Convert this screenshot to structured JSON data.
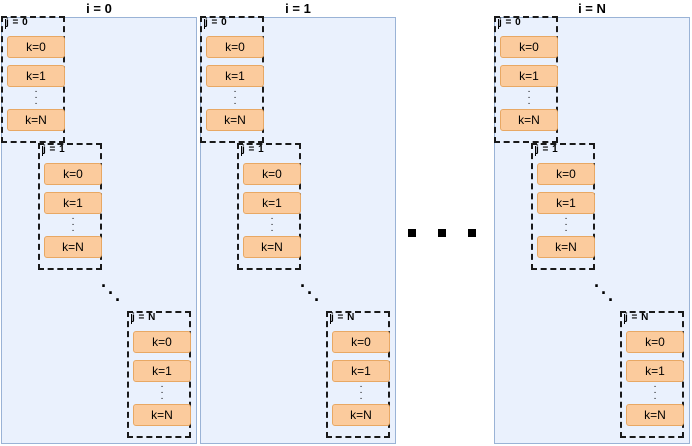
{
  "blocks": [
    {
      "title": "i = 0"
    },
    {
      "title": "i = 1"
    },
    {
      "title": "i = N"
    }
  ],
  "groups": [
    {
      "label": "j = 0"
    },
    {
      "label": "j = 1"
    },
    {
      "label": "j = N"
    }
  ],
  "k_items": [
    "k=0",
    "k=1",
    "k=N"
  ],
  "colors": {
    "panel": "#eaf1fd",
    "panel_border": "#9ab3d6",
    "k_fill": "#fbcb9d",
    "k_border": "#e8a864"
  }
}
